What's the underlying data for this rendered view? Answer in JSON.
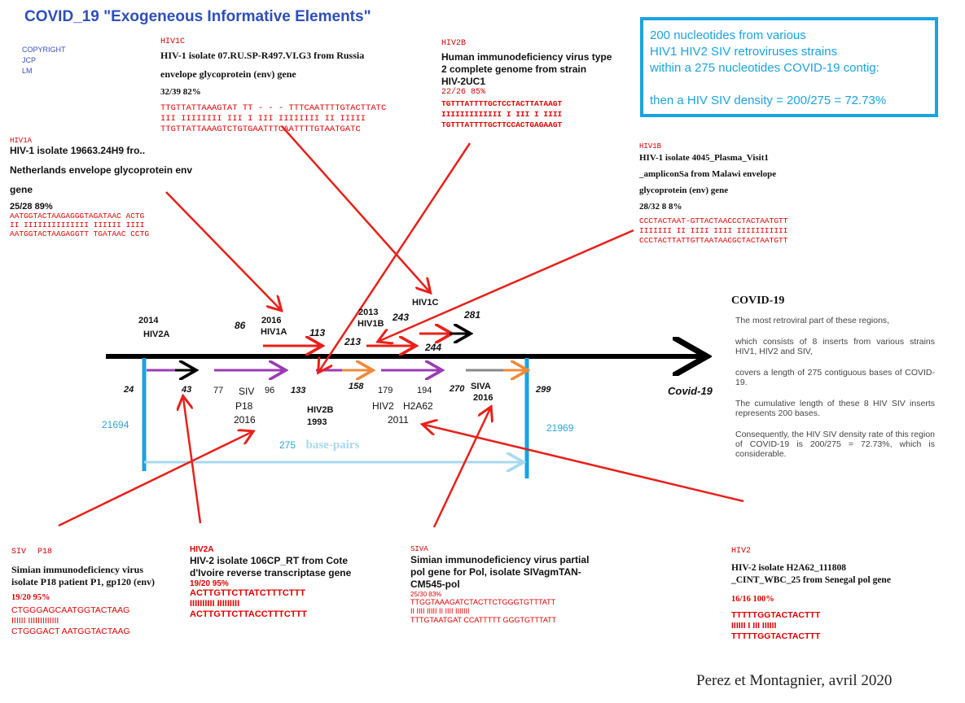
{
  "title": "COVID_19  \"Exogeneous Informative Elements\"",
  "copyright": [
    "COPYRIGHT",
    "JCP",
    "LM"
  ],
  "info_box": {
    "lines": [
      "200 nucleotides from various",
      "HIV1 HIV2 SIV retroviruses strains",
      "within a 275 nucleotides COVID-19 contig:",
      "then a HIV SIV density = 200/275 = 72.73%"
    ]
  },
  "entries": {
    "hiv1c": {
      "tag": "HIV1C",
      "desc1": "HIV-1 isolate 07.RU.SP-R497.VI.G3 from Russia",
      "desc2": "envelope glycoprotein (env) gene",
      "score": "32/39   82%",
      "seq": [
        "TTGTTATTAAAGTAT TT - - - TTTCAATTTTGTACTTATC",
        "III IIIIIIII III I     III IIIIIIII II IIIII",
        "TTGTTATTAAAGTCTGTGAATTTCAATTTTGTAATGATC"
      ]
    },
    "hiv2b": {
      "tag": "HIV2B",
      "desc": [
        "Human immunodeficiency virus type",
        "2 complete genome from strain",
        "HIV-2UC1"
      ],
      "score": "22/26    85%",
      "seq": [
        "TGTTTATTTTGCTCCTACTTATAAGT",
        "IIIIIIIIIIIII I III I IIII",
        "TGTTTATTTTGCTTCCACTGAGAAGT"
      ]
    },
    "hiv1a": {
      "tag": "HIV1A",
      "desc": [
        "HIV-1 isolate 19663.24H9 fro..",
        "Netherlands envelope glycoprotein  env",
        "gene"
      ],
      "score": "25/28   89%",
      "seq": [
        "AATGGTACTAAGAGGGTAGATAAC ACTG",
        "II IIIIIIIIIIIIII IIIIII IIII",
        "AATGGTACTAAGAGGTT TGATAAC CCTG"
      ]
    },
    "hiv1b": {
      "tag": "HIV1B",
      "desc": [
        "HIV-1 isolate 4045_Plasma_Visit1",
        "_ampliconSa from Malawi envelope",
        "glycoprotein (env) gene"
      ],
      "score": "28/32 8 8%",
      "seq": [
        "CCCTACTAAT-GTTACTAACCCTACTAATGTT",
        "IIIIIII II IIII IIII IIIIIIIIIII",
        "CCCTACTTATTGTTAATAACGCTACTAATGTT"
      ]
    },
    "siv_p18": {
      "tag": "SIV",
      "tag2": "P18",
      "desc": [
        "Simian immunodeficiency virus",
        "isolate P18 patient P1, gp120 (env)"
      ],
      "score": "19/20  95%",
      "seq": [
        "CTGGGAGCAATGGTACTAAG",
        "IIIIII IIIIIIIIIIIII",
        "CTGGGACT AATGGTACTAAG"
      ]
    },
    "hiv2a": {
      "tag": "HIV2A",
      "desc": [
        "HIV-2 isolate 106CP_RT from Cote",
        "d'Ivoire reverse transcriptase gene"
      ],
      "score": "19/20   95%",
      "seq": [
        "ACTTGTTCTTATCTTTCTTT",
        "IIIIIIIIII IIIIIIIII",
        "ACTTGTTCTTACCTTTCTTT"
      ]
    },
    "siva": {
      "tag": "SIVA",
      "desc": [
        "Simian immunodeficiency virus partial",
        "pol gene for Pol, isolate SIVagmTAN-",
        "CM545-pol"
      ],
      "score": "25/30    83%",
      "seq": [
        "TTGGTAAAGATCTACTTCTGGGTGTTTATT",
        "II  IIII IIIII  II IIII IIIIIII",
        "TTTGTAATGAT CCATTTTT GGGTGTTTATT"
      ]
    },
    "hiv2": {
      "tag": "HIV2",
      "desc": [
        "HIV-2 isolate H2A62_111808",
        "_CINT_WBC_25 from Senegal pol gene"
      ],
      "score": "16/16   100%",
      "seq": [
        "TTTTTGGTACTACTTT",
        "IIIIII I III IIIIII",
        "TTTTTGGTACTACTTT"
      ]
    }
  },
  "diagram": {
    "top_labels": {
      "l2014": "2014",
      "l2014b": "HIV2A",
      "n86": "86",
      "l2016": "2016",
      "l2016b": "HIV1A",
      "n113": "113",
      "l2013": "2013",
      "l2013b": "HIV1B",
      "n213": "213",
      "n243": "243",
      "hiv1c": "HIV1C",
      "n281": "281",
      "n244": "244"
    },
    "bottom_labels": {
      "n24": "24",
      "n43": "43",
      "n77": "77",
      "siv": "SIV",
      "n96": "96",
      "n133": "133",
      "p18": "P18",
      "y2016": "2016",
      "hiv2b": "HIV2B",
      "y1993": "1993",
      "n158": "158",
      "n179": "179",
      "n194": "194",
      "hiv2": "HIV2",
      "h2a62": "H2A62",
      "y2011": "2011",
      "n270": "270",
      "siva": "SIVA",
      "siva_year": "2016",
      "n299": "299",
      "covid": "Covid-19",
      "pos_left": "21694",
      "pos_right": "21969",
      "bp_num": "275",
      "bp_text": "base-pairs"
    },
    "colors": {
      "main_axis": "#000000",
      "red_arrow": "#e8201a",
      "purple_arrow": "#9b3bb5",
      "orange_arrow": "#f08a3a",
      "grey_arrow": "#888888",
      "cyan_bar": "#1aa3e0"
    }
  },
  "covid_panel": {
    "heading": "COVID-19",
    "paragraphs": [
      "The most retroviral part of these regions,",
      "which consists of 8 inserts from various strains HIV1, HIV2 and SIV,",
      "covers a length of 275 contiguous bases of COVID-19.",
      "The cumulative length of these 8 HIV SIV inserts represents 200 bases.",
      "Consequently, the HIV SIV density rate of this region of COVID-19 is 200/275 = 72.73%, which is considerable."
    ]
  },
  "footer": "Perez et Montagnier, avril 2020"
}
